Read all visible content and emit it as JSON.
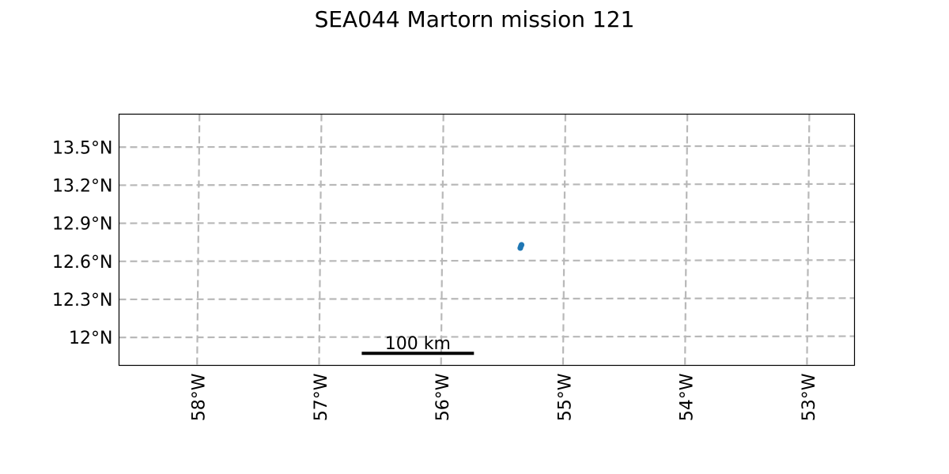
{
  "title": "SEA044 Martorn mission 121",
  "chart_data": {
    "type": "scatter",
    "title": "SEA044 Martorn mission 121",
    "xlabel": "",
    "ylabel": "",
    "xlim": [
      -58.65,
      -52.62
    ],
    "ylim": [
      11.78,
      13.76
    ],
    "grid": true,
    "lon_ticks": [
      -58,
      -57,
      -56,
      -55,
      -54,
      -53
    ],
    "lon_tick_labels": [
      "58°W",
      "57°W",
      "56°W",
      "55°W",
      "54°W",
      "53°W"
    ],
    "lat_ticks": [
      12.0,
      12.3,
      12.6,
      12.9,
      13.2,
      13.5
    ],
    "lat_tick_labels": [
      "12°N",
      "12.3°N",
      "12.6°N",
      "12.9°N",
      "13.2°N",
      "13.5°N"
    ],
    "series": [
      {
        "color": "#1f77b4",
        "x": [
          -55.36,
          -55.355,
          -55.35
        ],
        "y": [
          12.705,
          12.72,
          12.73
        ]
      }
    ],
    "scale_bar": {
      "label": "100 km",
      "lon_start": -56.66,
      "lon_end": -55.74,
      "lat": 11.875
    }
  }
}
